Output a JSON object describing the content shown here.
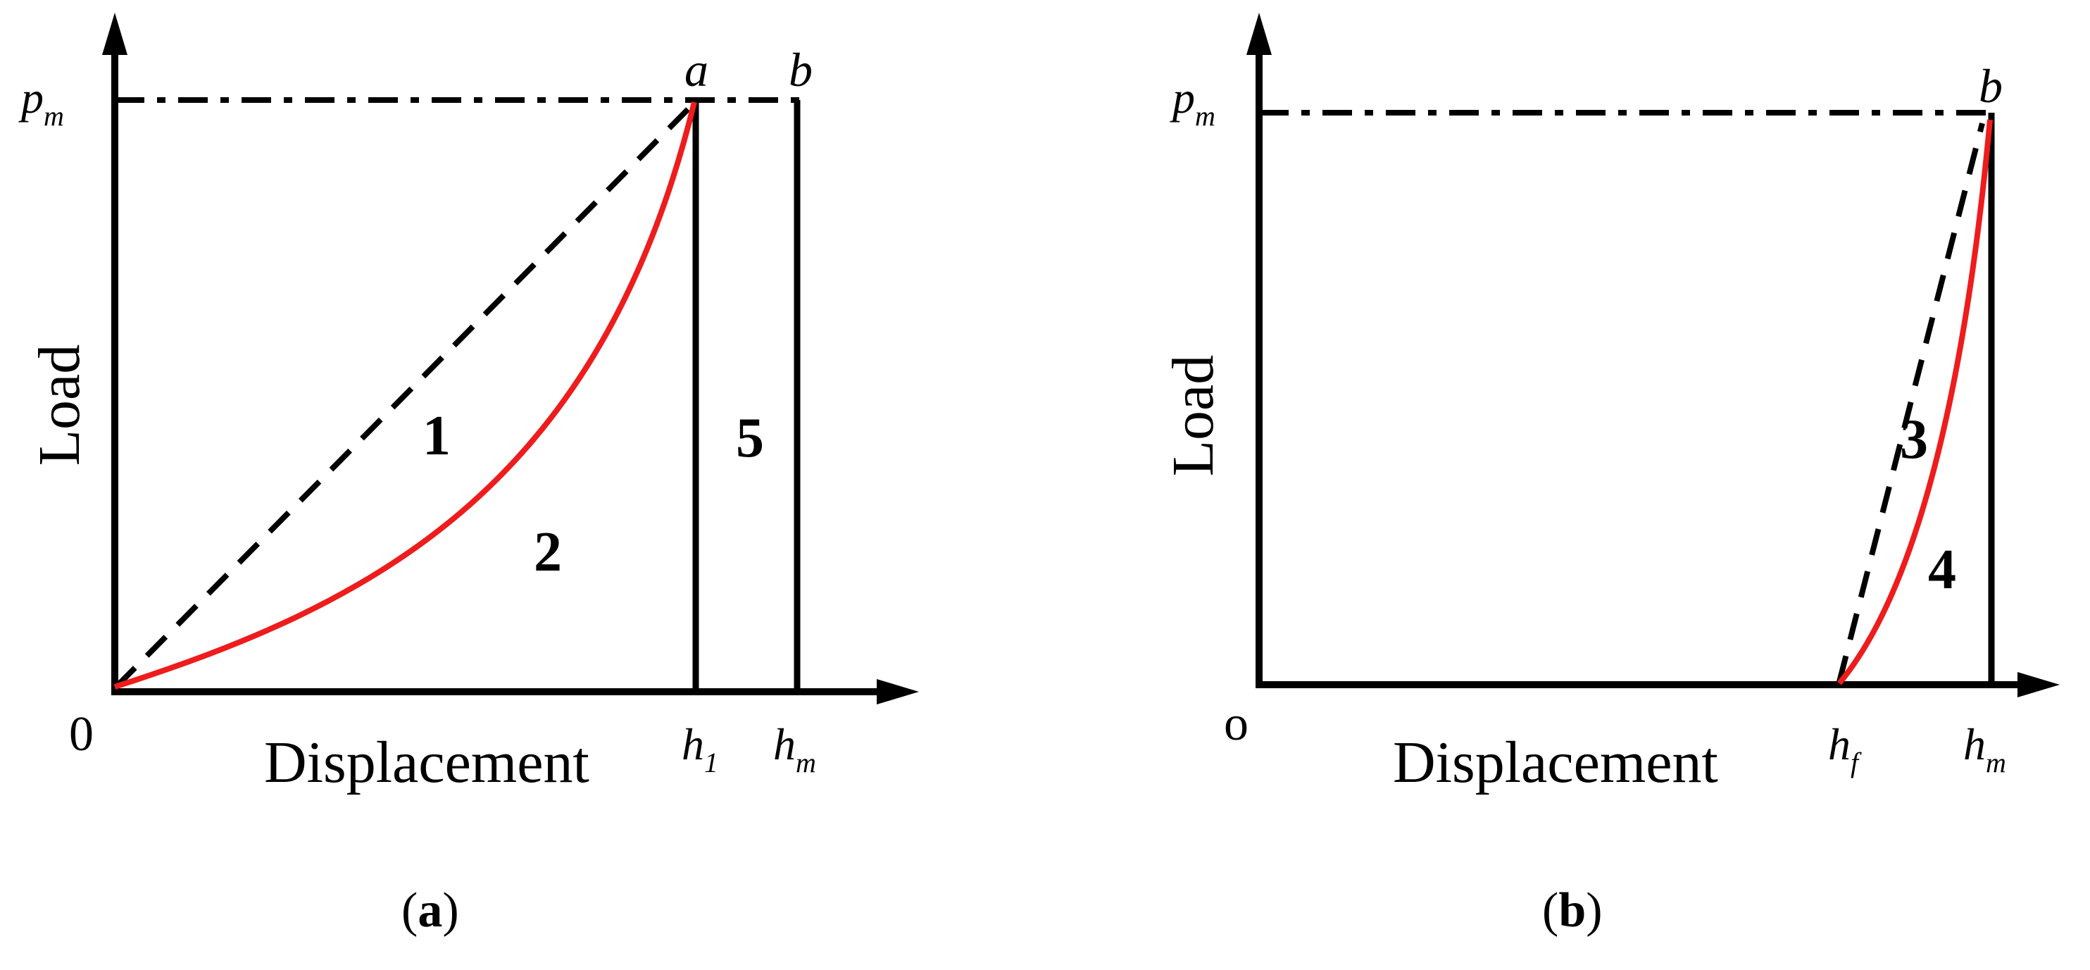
{
  "panels": [
    {
      "id": "a",
      "caption_letter": "a",
      "y_axis_label": "Load",
      "x_axis_label": "Displacement",
      "origin_label": "0",
      "load_max_label": {
        "main": "p",
        "sub": "m"
      },
      "points": [
        {
          "text": "a"
        },
        {
          "text": "b"
        }
      ],
      "x_ticks": [
        {
          "main": "h",
          "sub": "1"
        },
        {
          "main": "h",
          "sub": "m"
        }
      ],
      "regions": [
        "1",
        "2",
        "5"
      ]
    },
    {
      "id": "b",
      "caption_letter": "b",
      "y_axis_label": "Load",
      "x_axis_label": "Displacement",
      "origin_label": "o",
      "load_max_label": {
        "main": "p",
        "sub": "m"
      },
      "points": [
        {
          "text": "b"
        }
      ],
      "x_ticks": [
        {
          "main": "h",
          "sub": "f"
        },
        {
          "main": "h",
          "sub": "m"
        }
      ],
      "regions": [
        "3",
        "4"
      ]
    }
  ],
  "colors": {
    "curve": "#ee1c1c",
    "line": "#000000",
    "background": "#ffffff"
  }
}
